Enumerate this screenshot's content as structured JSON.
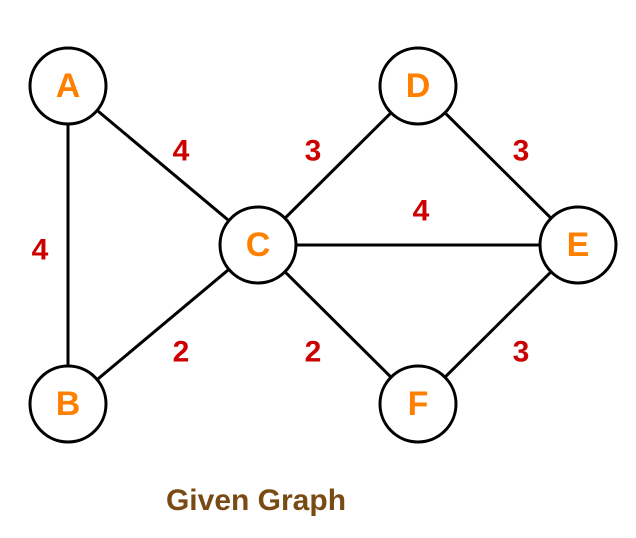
{
  "caption": "Given Graph",
  "colors": {
    "node_label": "#ff8000",
    "edge_weight": "#cc0000",
    "caption": "#7a4a14",
    "edge": "#000000",
    "node_border": "#000000"
  },
  "nodes": [
    {
      "id": "A",
      "label": "A"
    },
    {
      "id": "B",
      "label": "B"
    },
    {
      "id": "C",
      "label": "C"
    },
    {
      "id": "D",
      "label": "D"
    },
    {
      "id": "E",
      "label": "E"
    },
    {
      "id": "F",
      "label": "F"
    }
  ],
  "edges": [
    {
      "from": "A",
      "to": "B",
      "weight": "4"
    },
    {
      "from": "A",
      "to": "C",
      "weight": "4"
    },
    {
      "from": "B",
      "to": "C",
      "weight": "2"
    },
    {
      "from": "C",
      "to": "D",
      "weight": "3"
    },
    {
      "from": "C",
      "to": "E",
      "weight": "4"
    },
    {
      "from": "C",
      "to": "F",
      "weight": "2"
    },
    {
      "from": "D",
      "to": "E",
      "weight": "3"
    },
    {
      "from": "E",
      "to": "F",
      "weight": "3"
    }
  ]
}
